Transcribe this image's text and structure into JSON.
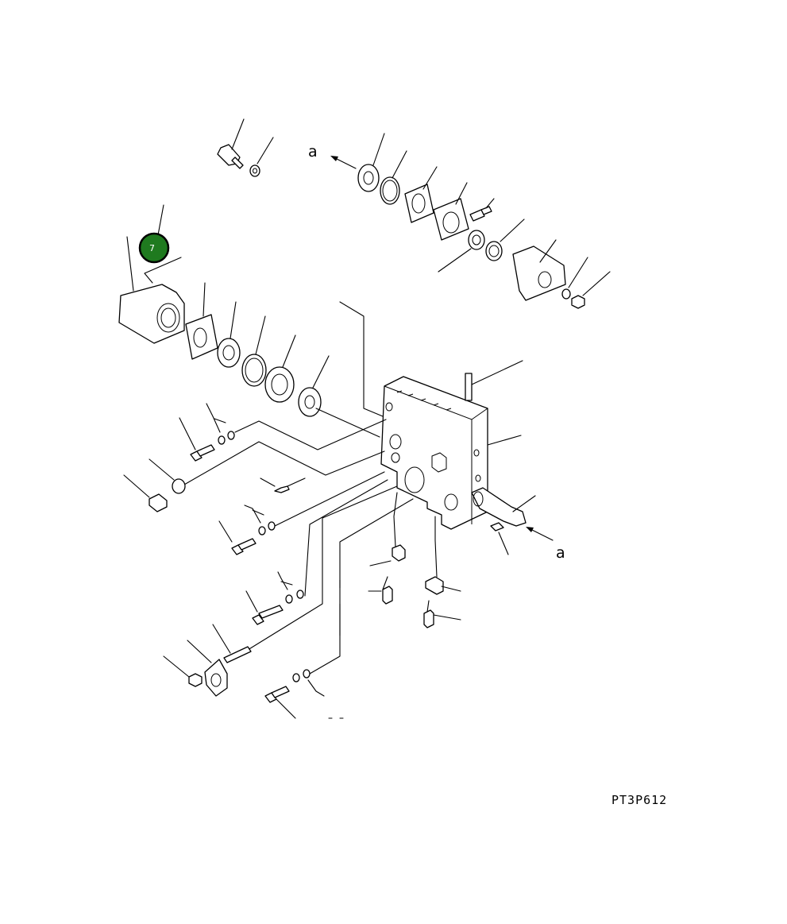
{
  "diagram": {
    "code": "PT3P612",
    "view_labels": [
      "a",
      "a"
    ],
    "callout_badge": {
      "number": "7",
      "color": "#1f7a1f"
    }
  },
  "icons": {
    "arrow": "arrow-icon",
    "badge": "numbered-callout-icon"
  }
}
